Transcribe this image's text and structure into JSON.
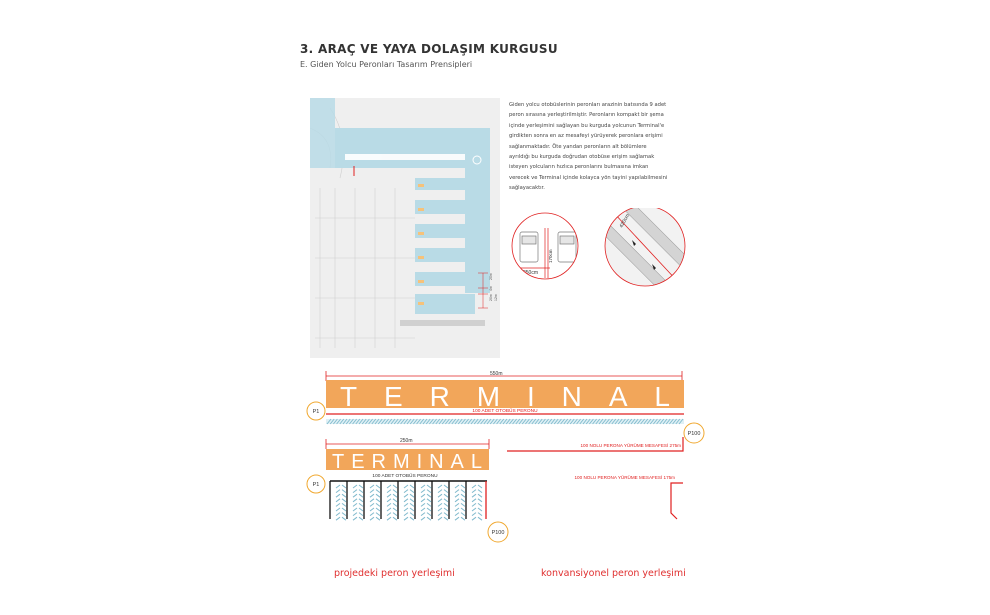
{
  "header": {
    "title": "3. ARAÇ VE YAYA DOLAŞIM KURGUSU",
    "subtitle": "E. Giden Yolcu Peronları Tasarım Prensipleri"
  },
  "paragraph": [
    "Giden yolcu otobüslerinin peronları arazinin batısında 9 adet",
    "peron sırasına yerleştirilmiştir. Peronların kompakt bir şema",
    "içinde yerleşimini sağlayan bu kurguda yolcunun Terminal'e",
    "girdikten sonra en az mesafeyi yürüyerek peronlara erişimi",
    "sağlanmaktadır. Öte yandan peronların alt bölümlere",
    "ayrıldığı bu kurguda doğrudan otobüse erişim sağlamak",
    "isteyen yolcuların hızlıca peronlarını bulmasına imkan",
    "verecek ve Terminal içinde kolayca yön tayini yapılabilmesini",
    "sağlayacaktır."
  ],
  "bus_detail": {
    "width_label": "250cm",
    "height_label": "170cm",
    "diagonal_label": "420cm"
  },
  "plan_dims": [
    "20m",
    "4m",
    "20m",
    "12m"
  ],
  "upper_diagram": {
    "dimension_label": "550m",
    "terminal_text": "TERMINAL",
    "platform_label": "100 ADET OTOBÜS PERONU",
    "start_marker": "P1",
    "end_marker": "P100",
    "walk_275_label": "100 NOLU PERONA YÜRÜME MESAFESİ 275m",
    "walk_175_label": "100 NOLU PERONA YÜRÜME MESAFESİ 175m"
  },
  "lower_diagram": {
    "dimension_label": "250m",
    "terminal_text": "TERMINAL",
    "platform_label": "100 ADET OTOBÜS PERONU",
    "start_marker": "P1",
    "end_marker": "P100"
  },
  "captions": {
    "left": "projedeki peron yerleşimi",
    "right": "konvansiyonel peron yerleşimi"
  },
  "colors": {
    "orange": "#f2a65a",
    "red": "#e02020",
    "platform_blue": "#b9dbe6",
    "marker": "#f0a830"
  }
}
